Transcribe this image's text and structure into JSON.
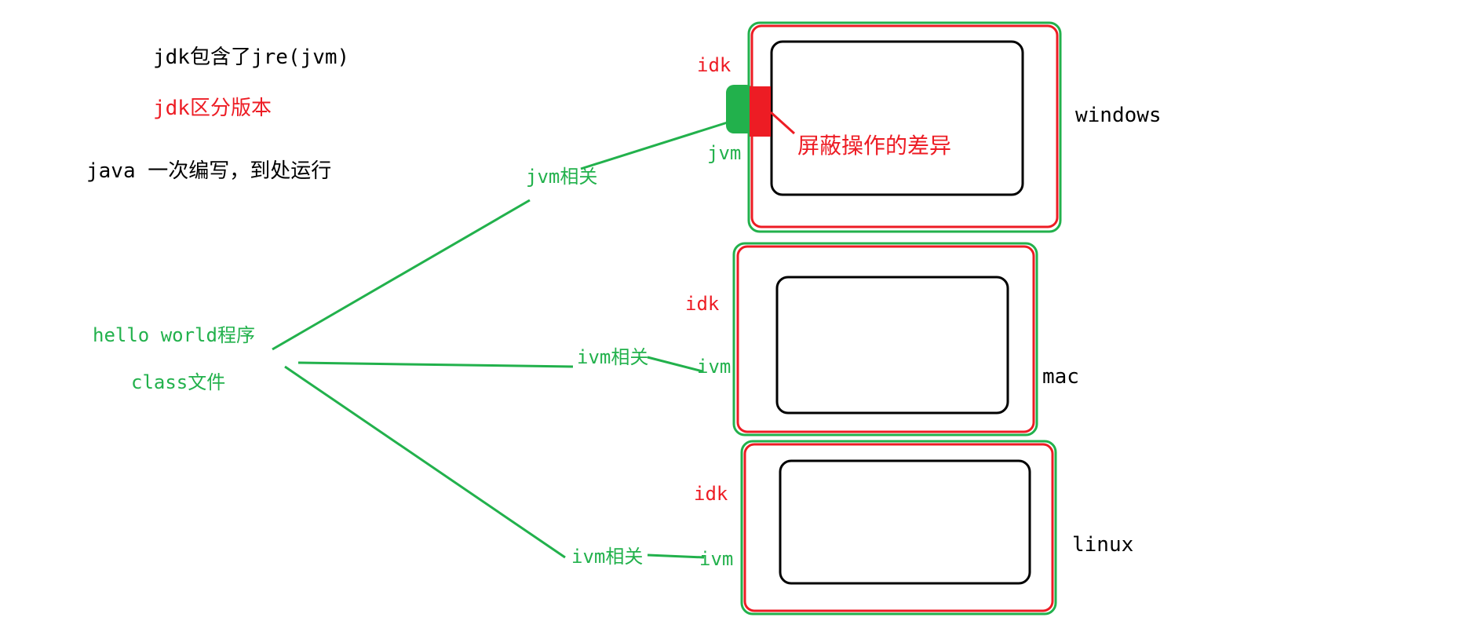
{
  "notes": {
    "line1": "jdk包含了jre(jvm)",
    "line2": "jdk区分版本",
    "line3": "java 一次编写，到处运行"
  },
  "source": {
    "program": "hello world程序",
    "file": "class文件"
  },
  "branches": {
    "windows": {
      "relay": "jvm相关",
      "jdk": "idk",
      "jvm": "jvm",
      "os": "windows"
    },
    "mac": {
      "relay": "ivm相关",
      "jdk": "idk",
      "jvm": "ivm",
      "os": "mac"
    },
    "linux": {
      "relay": "ivm相关",
      "jdk": "idk",
      "jvm": "ivm",
      "os": "linux"
    }
  },
  "annotation": "屏蔽操作的差异",
  "colors": {
    "green": "#22b14c",
    "red": "#ed1c24",
    "black": "#000000"
  }
}
